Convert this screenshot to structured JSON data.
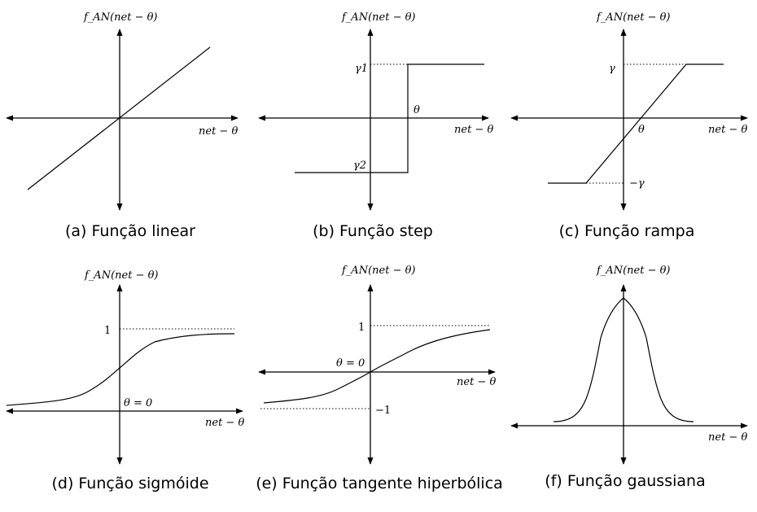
{
  "axis_labels": {
    "y": "f_AN(net − θ)",
    "x": "net − θ"
  },
  "panels": [
    {
      "id": "a",
      "caption": "(a) Função linear"
    },
    {
      "id": "b",
      "caption": "(b) Função step",
      "labels": {
        "upper": "γ1",
        "lower": "γ2",
        "threshold": "θ"
      }
    },
    {
      "id": "c",
      "caption": "(c) Função rampa",
      "labels": {
        "upper": "γ",
        "lower": "−γ",
        "threshold": "θ"
      }
    },
    {
      "id": "d",
      "caption": "(d) Função sigmóide",
      "labels": {
        "upper": "1",
        "threshold": "θ = 0"
      }
    },
    {
      "id": "e",
      "caption": "(e) Função tangente hiperbólica",
      "labels": {
        "upper": "1",
        "lower": "−1",
        "threshold": "θ = 0"
      }
    },
    {
      "id": "f",
      "caption": "(f) Função gaussiana"
    }
  ]
}
